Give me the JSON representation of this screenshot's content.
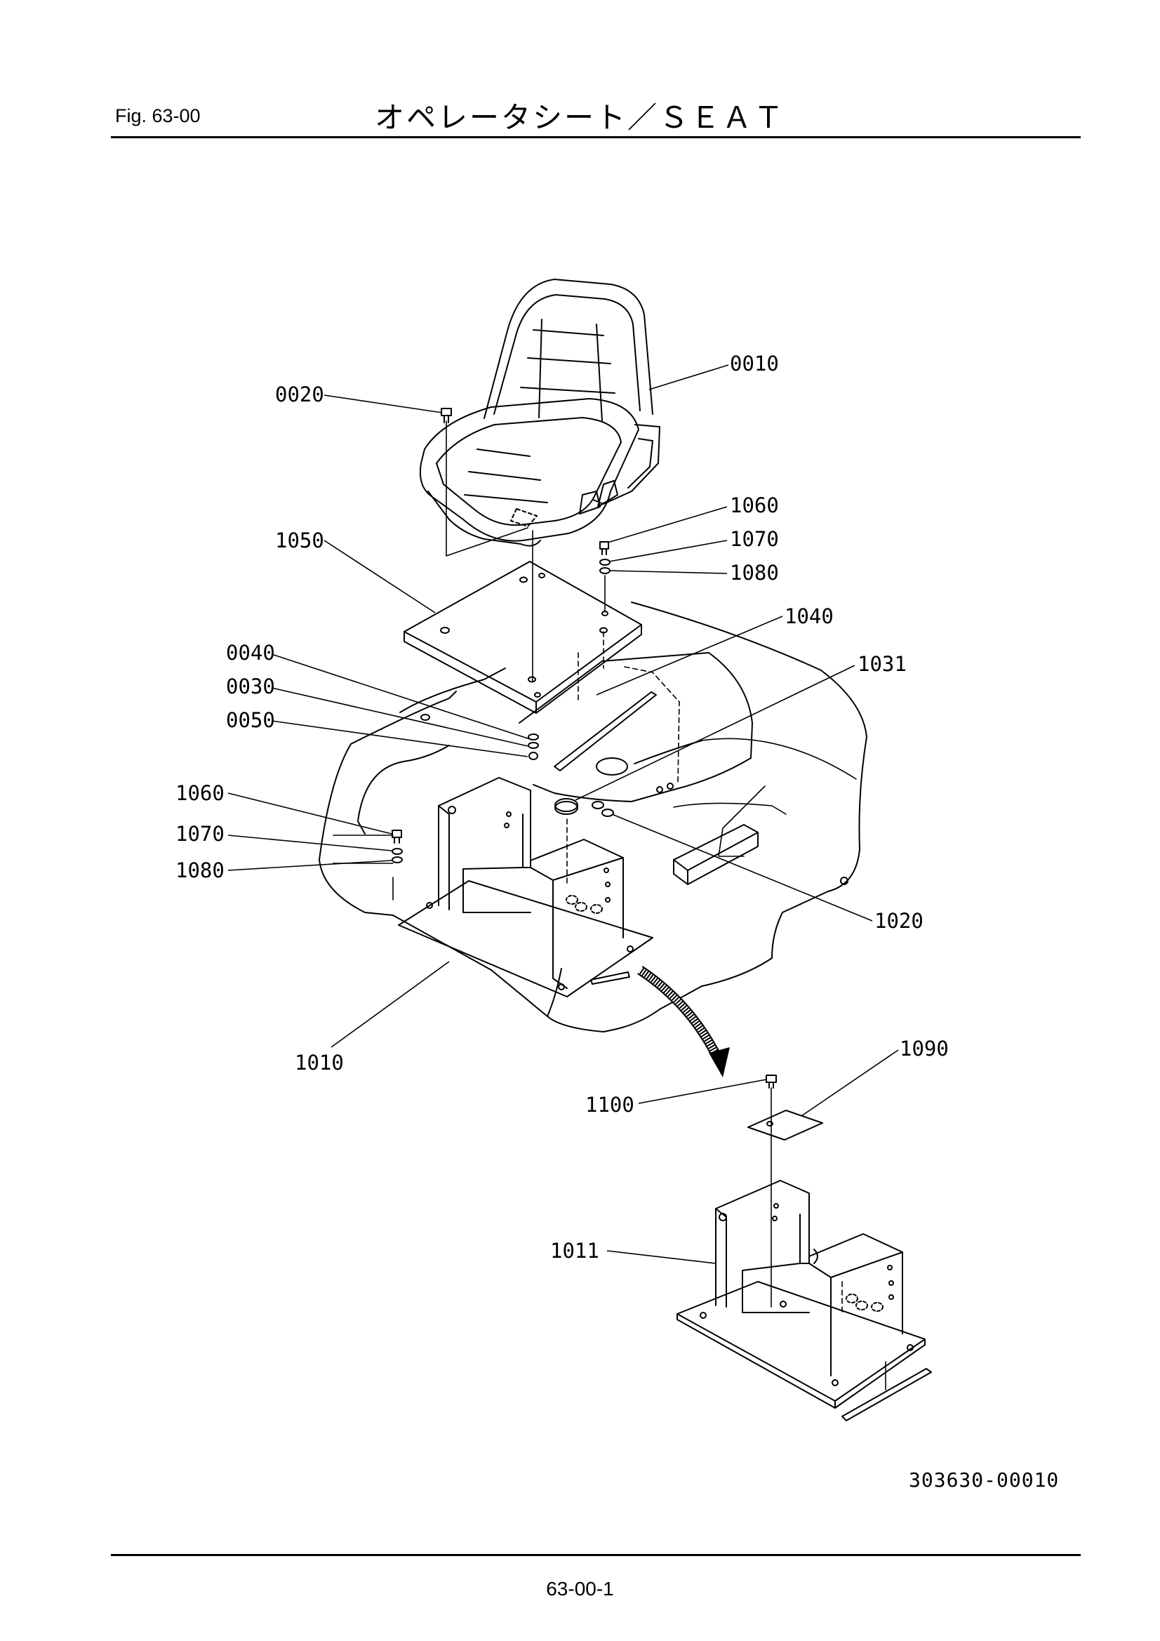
{
  "header": {
    "figure": "Fig.  63-00",
    "title": "オペレータシート／ＳＥＡＴ"
  },
  "footer": {
    "drawing_number": "303630-00010",
    "page_number": "63-00-1"
  },
  "parts": {
    "p0010": "0010",
    "p0020": "0020",
    "p0030": "0030",
    "p0040": "0040",
    "p0050": "0050",
    "p1010": "1010",
    "p1011": "1011",
    "p1020": "1020",
    "p1031": "1031",
    "p1040": "1040",
    "p1050": "1050",
    "p1060_a": "1060",
    "p1060_b": "1060",
    "p1070_a": "1070",
    "p1070_b": "1070",
    "p1080_a": "1080",
    "p1080_b": "1080",
    "p1090": "1090",
    "p1100": "1100"
  }
}
